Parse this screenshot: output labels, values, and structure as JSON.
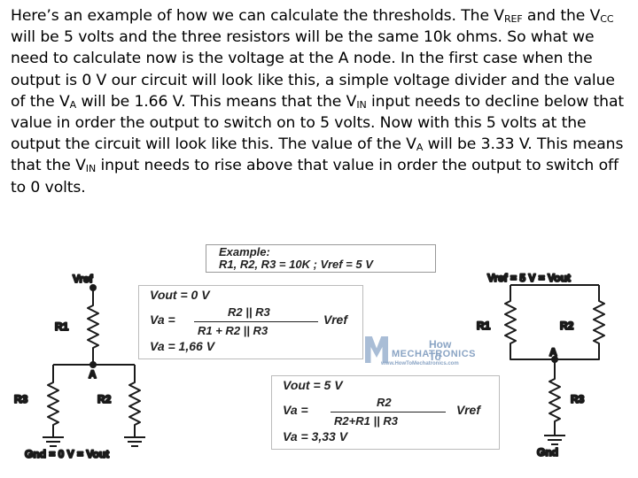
{
  "intro": [
    {
      "t": "Here’s an example of how we can calculate the thresholds. The V"
    },
    {
      "sub": "REF"
    },
    {
      "t": " and the V"
    },
    {
      "sub": "CC"
    },
    {
      "t": " will be 5 volts and the three resistors will be the same 10k ohms. So what we need to calculate now is the voltage at the A node. In the first case when the output is 0 V our circuit will look like this, a simple voltage divider and the value of the V"
    },
    {
      "sub": "A"
    },
    {
      "t": " will be 1.66 V. This means that the V"
    },
    {
      "sub": "IN"
    },
    {
      "t": " input needs to decline below that value in order the output to switch on to 5 volts. Now with this 5 volts at the output the circuit will look like this. The value of the V"
    },
    {
      "sub": "A"
    },
    {
      "t": " will be 3.33 V. This means that the V"
    },
    {
      "sub": "IN"
    },
    {
      "t": " input needs to rise above that value in order the output to switch off to 0 volts."
    }
  ],
  "example": {
    "title": "Example:",
    "values": "R1, R2, R3 = 10K ; Vref = 5 V"
  },
  "left_circuit": {
    "top": "Vref",
    "r1": "R1",
    "node": "A",
    "r3": "R3",
    "r2": "R2",
    "bottom": "Gnd = 0 V = Vout"
  },
  "right_circuit": {
    "top": "Vref = 5 V = Vout",
    "r1": "R1",
    "r2": "R2",
    "node": "A",
    "r3": "R3",
    "bottom": "Gnd"
  },
  "case1": {
    "line1": "Vout = 0 V",
    "va": "Va =",
    "num": "R2 || R3",
    "den": "R1 + R2 || R3",
    "vref": "Vref",
    "result": "Va = 1,66 V"
  },
  "case2": {
    "line1": "Vout = 5 V",
    "va": "Va =",
    "num": "R2",
    "den": "R2+R1 || R3",
    "vref": "Vref",
    "result": "Va = 3,33 V"
  },
  "watermark": {
    "line1": "How To",
    "line2": "MECHATRONICS",
    "line3": "www.HowToMechatronics.com"
  }
}
